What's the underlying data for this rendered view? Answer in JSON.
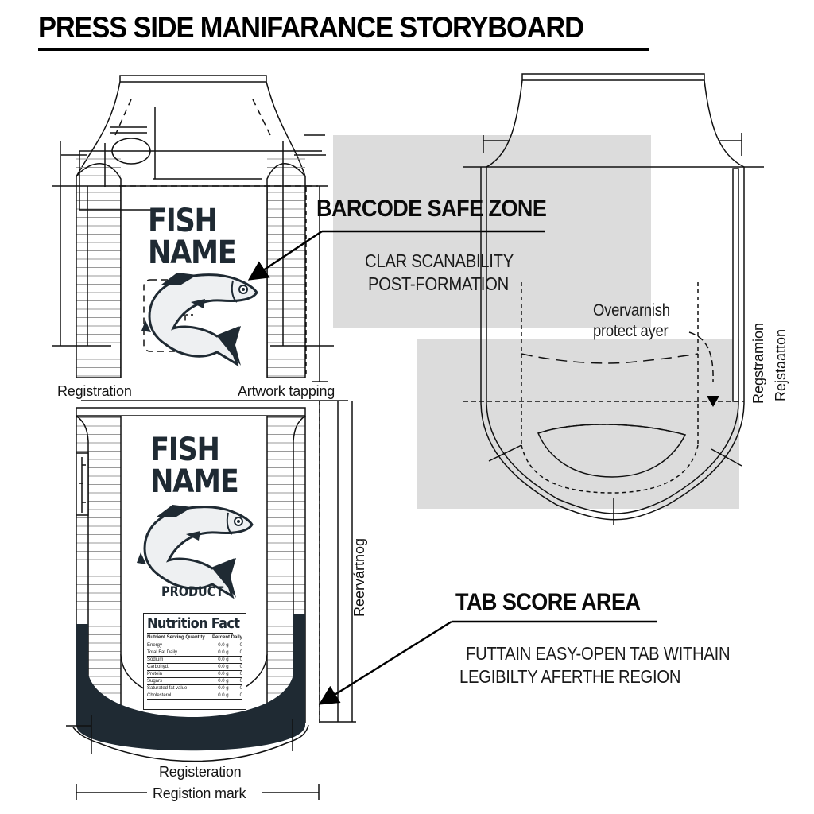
{
  "title": "PRESS SIDE MANIFARANCE STORYBOARD",
  "colors": {
    "ink": "#111111",
    "navy_print": "#1f2a33",
    "safe_zone_gray": "#d9d9d9",
    "background": "#ffffff"
  },
  "top_pouch": {
    "brand_line1": "FISH",
    "brand_line2": "NAME",
    "labels": {
      "left": "Registration",
      "right": "Artwork tapping"
    }
  },
  "bottom_pouch": {
    "brand_line1": "FISH",
    "brand_line2": "NAME",
    "product": "PRODUCT",
    "nutrition": {
      "title": "Nutrition Fact",
      "header_left": "Nutrient Serving Quantity",
      "header_right": "Percent Daily",
      "rows": [
        {
          "name": "Energy",
          "amount": "0.0 g",
          "dv": "0"
        },
        {
          "name": "Total Fat Daily",
          "amount": "0.0 g",
          "dv": "0"
        },
        {
          "name": "Sodium",
          "amount": "0.0 g",
          "dv": "0"
        },
        {
          "name": "Carbohyd.",
          "amount": "0.0 g",
          "dv": "0"
        },
        {
          "name": "Protein",
          "amount": "0.0 g",
          "dv": "0"
        },
        {
          "name": "Sugars",
          "amount": "0.0 g",
          "dv": "0"
        },
        {
          "name": "Saturated fat value",
          "amount": "0.0 g",
          "dv": "0"
        },
        {
          "name": "Cholesterol",
          "amount": "0.0 g",
          "dv": "0"
        }
      ]
    },
    "labels": {
      "bottom_1": "Registeration",
      "bottom_2": "Registion mark",
      "side": "Reervártnog"
    }
  },
  "callouts": {
    "barcode": {
      "title": "BARCODE SAFE ZONE",
      "body_line1": "CLAR SCANABILITY",
      "body_line2": "POST-FORMATION"
    },
    "tab_score": {
      "title": "TAB SCORE AREA",
      "body_line1": "FUTTAIN EASY-OPEN TAB WITHAIN",
      "body_line2": "LEGIBILTY AFERTHE REGION"
    },
    "overvarnish": {
      "line1": "Overvarnish",
      "line2": "protect ayer"
    }
  },
  "right_pouch": {
    "side_label_1": "Regstramion",
    "side_label_2": "Rejstaatton"
  }
}
